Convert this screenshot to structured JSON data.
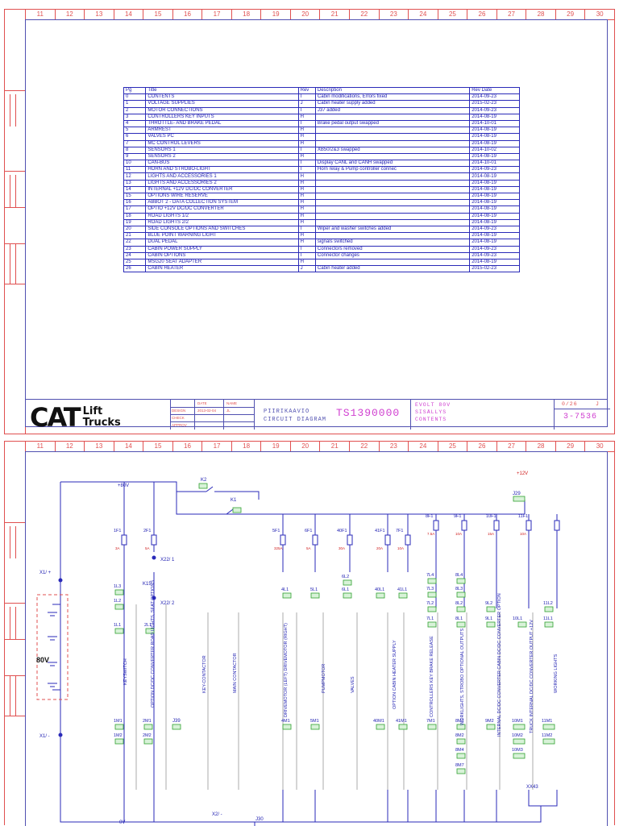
{
  "ruler_numbers": [
    "11",
    "12",
    "13",
    "14",
    "15",
    "16",
    "17",
    "18",
    "19",
    "20",
    "21",
    "22",
    "23",
    "24",
    "25",
    "26",
    "27",
    "28",
    "29",
    "30"
  ],
  "index_table": {
    "headers": [
      "Pg",
      "Title",
      "Rev",
      "Description",
      "Rev Date"
    ],
    "rows": [
      [
        "0",
        "CONTENTS",
        "I",
        "Cabin modifications, Errors fixed",
        "2014-09-23"
      ],
      [
        "1",
        "VOLTAGE SUPPLIES",
        "J",
        "Cabin heater supply added",
        "2015-02-23"
      ],
      [
        "2",
        "MOTOR CONNECTIONS",
        "I",
        "J37 added",
        "2014-09-23"
      ],
      [
        "3",
        "CONTROLLERS KEY INPUTS",
        "H",
        "",
        "2014-08-19"
      ],
      [
        "4",
        "THROTTLE- AND BRAKE PEDAL",
        "I",
        "Brake pedal output swapped",
        "2014-10-01"
      ],
      [
        "5",
        "ARMREST",
        "H",
        "",
        "2014-08-19"
      ],
      [
        "6",
        "VALVES PC",
        "H",
        "",
        "2014-08-19"
      ],
      [
        "7",
        "MC CONTROL LEVERS",
        "H",
        "",
        "2014-08-19"
      ],
      [
        "8",
        "SENSORS 1",
        "I",
        "XB50/2&3 swapped",
        "2014-10-02"
      ],
      [
        "9",
        "SENSORS 2",
        "H",
        "",
        "2014-08-19"
      ],
      [
        "10",
        "CAN-BUS",
        "I",
        "Display CANL and CANH swapped",
        "2014-10-01"
      ],
      [
        "11",
        "HORN AND STROBO-LIGHT",
        "I",
        "Horn relay & Pump controller connec",
        "2014-09-23"
      ],
      [
        "12",
        "LIGHTS AND ACCESSORIES 1",
        "H",
        "",
        "2014-08-19"
      ],
      [
        "13",
        "LIGHTS AND ACCESSORIES 2",
        "H",
        "",
        "2014-08-19"
      ],
      [
        "14",
        "INTERNAL +12V DC/DC CONVERTER",
        "H",
        "",
        "2014-08-19"
      ],
      [
        "15",
        "OPTIONS WIRE RESERVE",
        "H",
        "",
        "2014-08-19"
      ],
      [
        "16",
        "ABBOT 2 - DATA COLLECTION SYSTEM",
        "H",
        "",
        "2014-08-19"
      ],
      [
        "17",
        "OPTIO +12V DC/DC CONVERTER",
        "H",
        "",
        "2014-08-19"
      ],
      [
        "18",
        "ROAD LIGHTS 1/2",
        "H",
        "",
        "2014-08-19"
      ],
      [
        "19",
        "ROAD LIGHTS 2/2",
        "H",
        "",
        "2014-08-19"
      ],
      [
        "20",
        "SIDE CONSOLE OPTIONS AND SWITCHES",
        "I",
        "Wiper and washer switches added",
        "2014-09-23"
      ],
      [
        "21",
        "BLUE POINT WARNING LIGHT",
        "H",
        "",
        "2014-08-19"
      ],
      [
        "22",
        "DUAL PEDAL",
        "H",
        "signals switched",
        "2014-08-19"
      ],
      [
        "23",
        "CABIN POWER SUPPLY",
        "I",
        "Connectors removed",
        "2014-09-23"
      ],
      [
        "24",
        "CABIN OPTIONS",
        "I",
        "Connector changes",
        "2014-09-23"
      ],
      [
        "25",
        "MSG20 SEAT ADAPTER",
        "H",
        "",
        "2014-08-19"
      ],
      [
        "26",
        "CABIN HEATER",
        "J",
        "Cabin heater added",
        "2015-02-23"
      ]
    ]
  },
  "title_block": {
    "logo_cat": "CAT",
    "logo_lift": "Lift",
    "logo_trucks": "Trucks",
    "rev_labels": [
      "DATE",
      "NAME",
      "DESIGN",
      "2013-02-04",
      "JL",
      "CHECK",
      "APPROV"
    ],
    "title_fi": "PIIRIKAAVIO",
    "title_en": "CIRCUIT DIAGRAM",
    "doc_number": "TS1390000",
    "product": "EVOLT 80V",
    "contents_fi": "SISÄLLYS",
    "contents_en": "CONTENTS",
    "page": "0/26",
    "rev": "J",
    "drawing_no": "3-7536"
  },
  "colors": {
    "frame": "#e05050",
    "wire": "#2a2ab8",
    "label_green": "#30a030",
    "accent": "#d040d0"
  },
  "circuit": {
    "supply_80v": "+80V",
    "supply_0v": "0V",
    "supply_12v": "+12V",
    "battery_label": "80V",
    "x1_plus": "X1/ +",
    "x1_minus": "X1/ -",
    "x2_minus": "X2/ -",
    "j30": "J30",
    "k2": "K2",
    "k1": "K1",
    "x22_1": "X22/ 1",
    "x22_2": "X22/ 2",
    "k15": "K15",
    "xx43": "XX43",
    "j29": "J29",
    "j39": "J39",
    "fuses": [
      {
        "id": "1F1",
        "rating": "3A"
      },
      {
        "id": "2F1",
        "rating": "5A"
      },
      {
        "id": "5F1",
        "rating": "325A"
      },
      {
        "id": "6F1",
        "rating": "5A"
      },
      {
        "id": "40F1",
        "rating": "30A"
      },
      {
        "id": "41F1",
        "rating": "20A"
      },
      {
        "id": "7F1",
        "rating": "10A"
      },
      {
        "id": "8F1",
        "rating": "7.5A"
      },
      {
        "id": "9F1",
        "rating": "10A"
      },
      {
        "id": "10F1",
        "rating": "15A"
      },
      {
        "id": "11F1",
        "rating": "10A"
      }
    ],
    "circuit_labels": [
      "KEYSWITCH",
      "OPTION DC/DC CONVERTER ROAD LIGHTS, SEAT OPTIONS",
      "KEY-CONTACTOR",
      "MAIN CONTACTOR",
      "DRIVEMOTOR (LEFT) DRIVEMOTOR (RIGHT)",
      "PUMPMOTOR",
      "VALVES",
      "OPTION CABIN HEATER SUPPLY",
      "CONTROLLERS KEY BRAKE RELEASE",
      "WORKLIGHTS, STROBO OPTIONAL OUTPUTS",
      "INTERNAL DC/DC CONVERTER CABIN DC/DC CONVERTER OPTION",
      "TRUCK INTERNAL DC/DC CONVERTER OUTPUT +12V",
      "WORKING LIGHTS"
    ],
    "upper_refs": [
      "1L3",
      "1L2",
      "1L1",
      "2L1",
      "4L1",
      "5L1",
      "6L2",
      "6L1",
      "40L1",
      "41L1",
      "7L4",
      "7L3",
      "7L2",
      "7L1",
      "8L4",
      "8L3",
      "8L2",
      "8L1",
      "9L2",
      "9L1",
      "10L1",
      "11L2",
      "11L1"
    ],
    "lower_refs": [
      "1M1",
      "1M2",
      "2M1",
      "2M2",
      "4M1",
      "5M1",
      "40M1",
      "41M1",
      "7M1",
      "8M1",
      "8M2",
      "8M4",
      "8M7",
      "9M2",
      "10M1",
      "10M2",
      "10M3",
      "11M1",
      "11M2"
    ]
  }
}
